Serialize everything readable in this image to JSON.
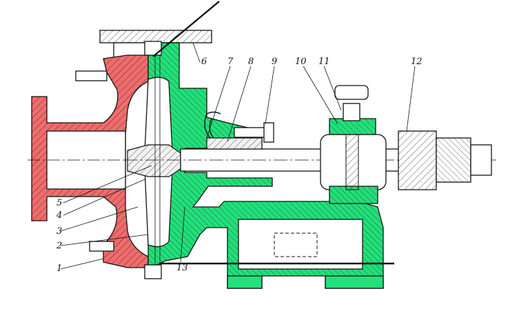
{
  "colors": {
    "casing": "#f06c6c",
    "housing": "#22e07a",
    "outline": "#111111"
  },
  "labels": [
    {
      "id": "1",
      "text": "1"
    },
    {
      "id": "2",
      "text": "2"
    },
    {
      "id": "3",
      "text": "3"
    },
    {
      "id": "4",
      "text": "4"
    },
    {
      "id": "5",
      "text": "5"
    },
    {
      "id": "6",
      "text": "6"
    },
    {
      "id": "7",
      "text": "7"
    },
    {
      "id": "8",
      "text": "8"
    },
    {
      "id": "9",
      "text": "9"
    },
    {
      "id": "10",
      "text": "10"
    },
    {
      "id": "11",
      "text": "11"
    },
    {
      "id": "12",
      "text": "12"
    },
    {
      "id": "13",
      "text": "13"
    }
  ]
}
